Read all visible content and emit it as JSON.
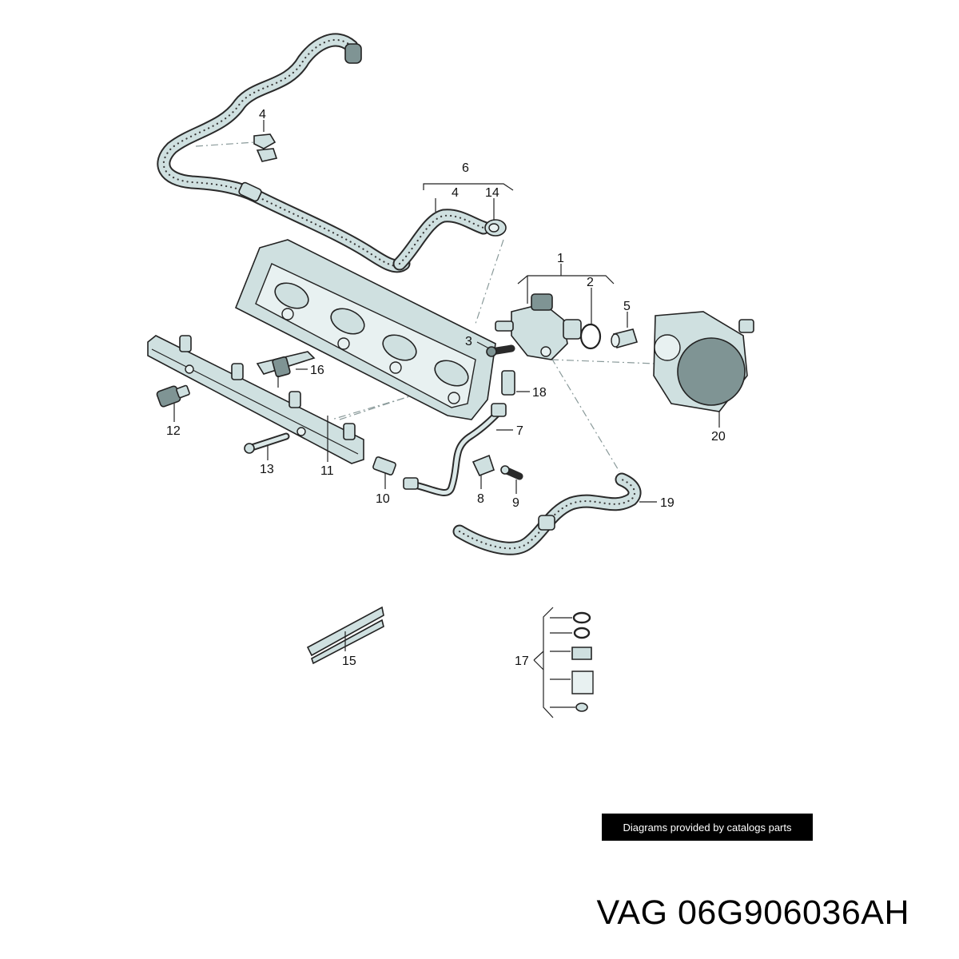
{
  "callouts": {
    "c1": "1",
    "c2": "2",
    "c3": "3",
    "c4a": "4",
    "c4b": "4",
    "c5": "5",
    "c6": "6",
    "c7": "7",
    "c8": "8",
    "c9": "9",
    "c10": "10",
    "c11": "11",
    "c12": "12",
    "c13": "13",
    "c14": "14",
    "c15": "15",
    "c16": "16",
    "c17": "17",
    "c18": "18",
    "c19": "19",
    "c20": "20"
  },
  "watermark": "Diagrams provided by catalogs parts",
  "part_number": "VAG 06G906036AH",
  "colors": {
    "part_fill": "#cfe0e0",
    "line": "#222222",
    "leader_dash": "#8a9a9a"
  }
}
